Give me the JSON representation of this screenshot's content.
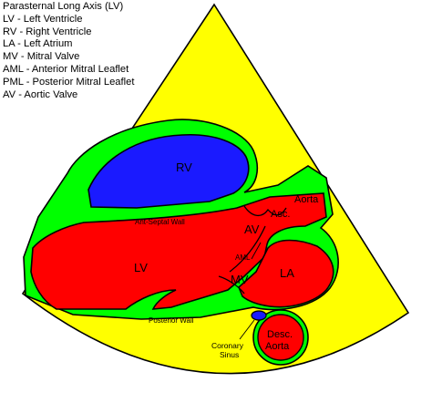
{
  "legend": {
    "title": "Parasternal Long Axis (LV)",
    "items": [
      "LV - Left Ventricle",
      "RV - Right Ventricle",
      "LA - Left Atrium",
      "MV - Mitral Valve",
      "AML - Anterior Mitral Leaflet",
      "PML - Posterior Mitral Leaflet",
      "AV - Aortic Valve"
    ]
  },
  "labels": {
    "rv": "RV",
    "lv": "LV",
    "la": "LA",
    "mv": "MV",
    "av": "AV",
    "aml": "AML",
    "asc": "Asc.",
    "aorta": "Aorta",
    "ant_septal_wall": "Ant-Septal Wall",
    "posterior_wall": "Posterior Wall",
    "coronary": "Coronary",
    "sinus": "Sinus",
    "desc": "Desc.",
    "desc_aorta": "Aorta"
  },
  "colors": {
    "sector": "#ffff00",
    "myocardium": "#00ff00",
    "blood": "#ff0000",
    "rv_cavity": "#1a1aff",
    "coronary_sinus": "#1a1aff",
    "outline": "#000000"
  }
}
